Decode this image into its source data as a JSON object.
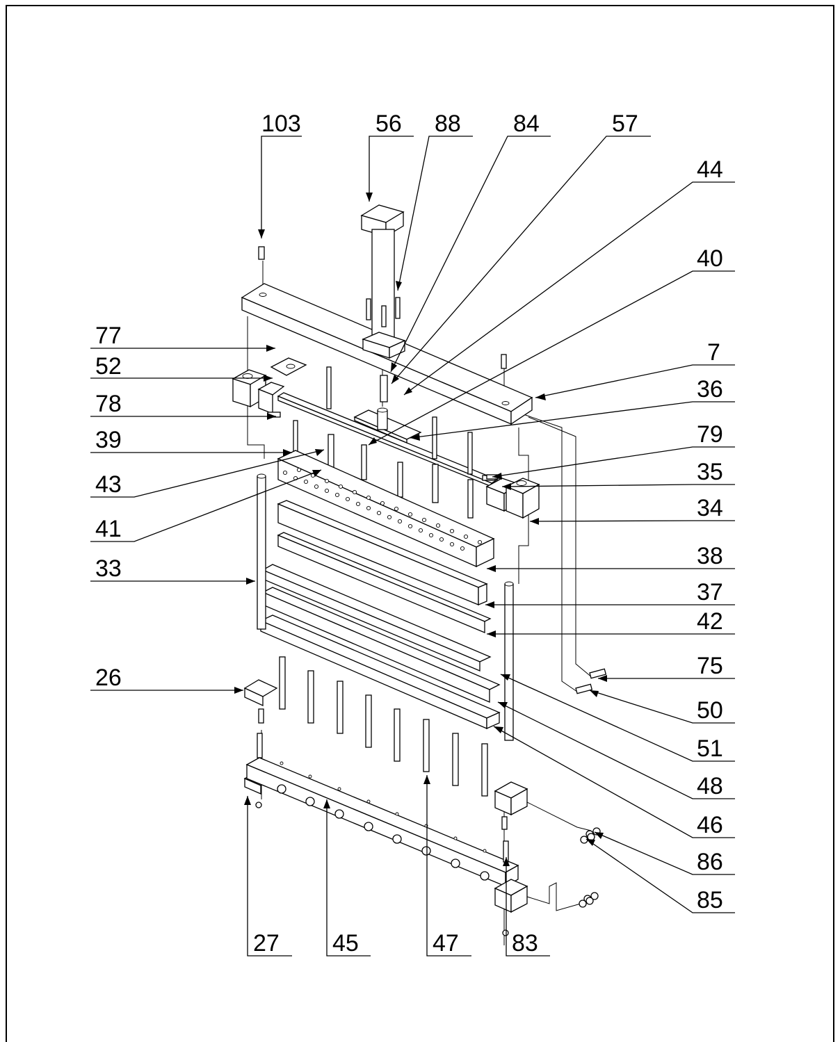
{
  "drawing": {
    "part_labels": [
      "103",
      "56",
      "88",
      "84",
      "57",
      "44",
      "40",
      "77",
      "52",
      "7",
      "78",
      "36",
      "39",
      "79",
      "43",
      "35",
      "41",
      "34",
      "33",
      "38",
      "37",
      "42",
      "26",
      "75",
      "50",
      "51",
      "48",
      "46",
      "86",
      "85",
      "27",
      "45",
      "47",
      "83"
    ]
  }
}
